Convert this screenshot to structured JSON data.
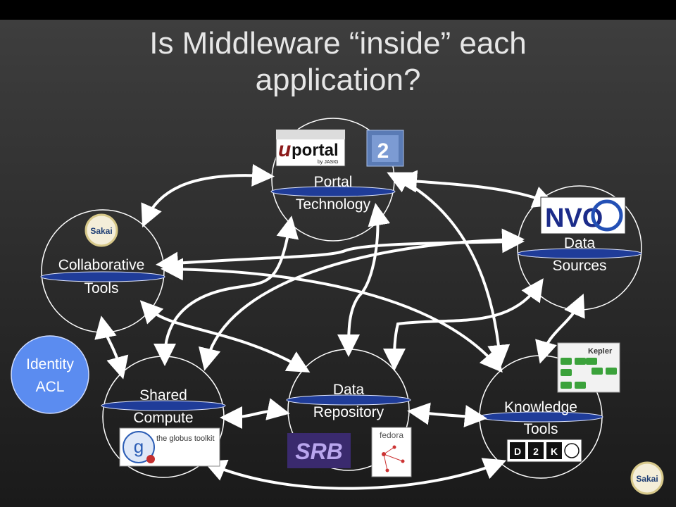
{
  "title": {
    "line1": "Is Middleware “inside” each",
    "line2": "application?"
  },
  "nodes": {
    "portal": {
      "line1": "Portal",
      "line2": "Technology"
    },
    "collab": {
      "line1": "Collaborative",
      "line2": "Tools"
    },
    "data_sources": {
      "line1": "Data",
      "line2": "Sources"
    },
    "shared": {
      "line1": "Shared",
      "line2": "Compute"
    },
    "repo": {
      "line1": "Data",
      "line2": "Repository"
    },
    "knowledge": {
      "line1": "Knowledge",
      "line2": "Tools"
    },
    "identity": {
      "line1": "Identity",
      "line2": "ACL"
    }
  },
  "logos": {
    "uportal": {
      "u": "u",
      "word": "portal",
      "by": "by JASIG"
    },
    "sakai": "Sakai",
    "sakai_corner": "Sakai",
    "nvo": "NVO",
    "kepler": "Kepler",
    "globus": {
      "g": "g",
      "text": "the globus toolkit"
    },
    "srb": "SRB",
    "fedora": "fedora",
    "d2k": {
      "d": "D",
      "two": "2",
      "k": "K"
    }
  },
  "colors": {
    "ring": "#1f3c99",
    "identity": "#5b8cf0",
    "arrow": "#ffffff"
  }
}
